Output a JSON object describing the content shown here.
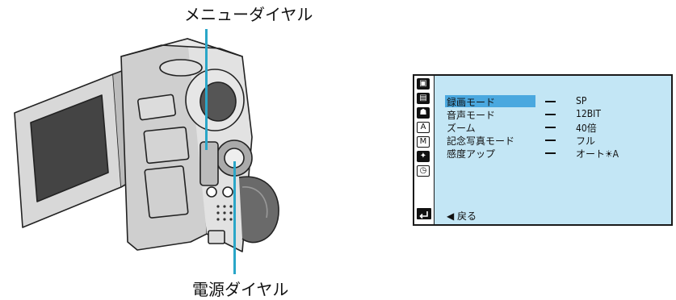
{
  "callouts": {
    "menu_dial": "メニューダイヤル",
    "power_dial": "電源ダイヤル"
  },
  "lcd_menu": {
    "rows": [
      {
        "label": "録画モード",
        "value": "SP"
      },
      {
        "label": "音声モード",
        "value": "12BIT"
      },
      {
        "label": "ズーム",
        "value": "40倍"
      },
      {
        "label": "記念写真モード",
        "value": "フル"
      },
      {
        "label": "感度アップ",
        "value": "オート☀A"
      }
    ],
    "selected_row": 0,
    "back_label": "◀ 戻る",
    "side_icons": [
      "camera-setup-icon",
      "video-setup-icon",
      "effect-icon",
      "auto-icon",
      "manual-icon",
      "self-record-icon",
      "clock-icon"
    ]
  },
  "colors": {
    "lcd_background": "#c3e6f5",
    "highlight": "#4aa8df",
    "leader_line": "#2aa6c8"
  }
}
